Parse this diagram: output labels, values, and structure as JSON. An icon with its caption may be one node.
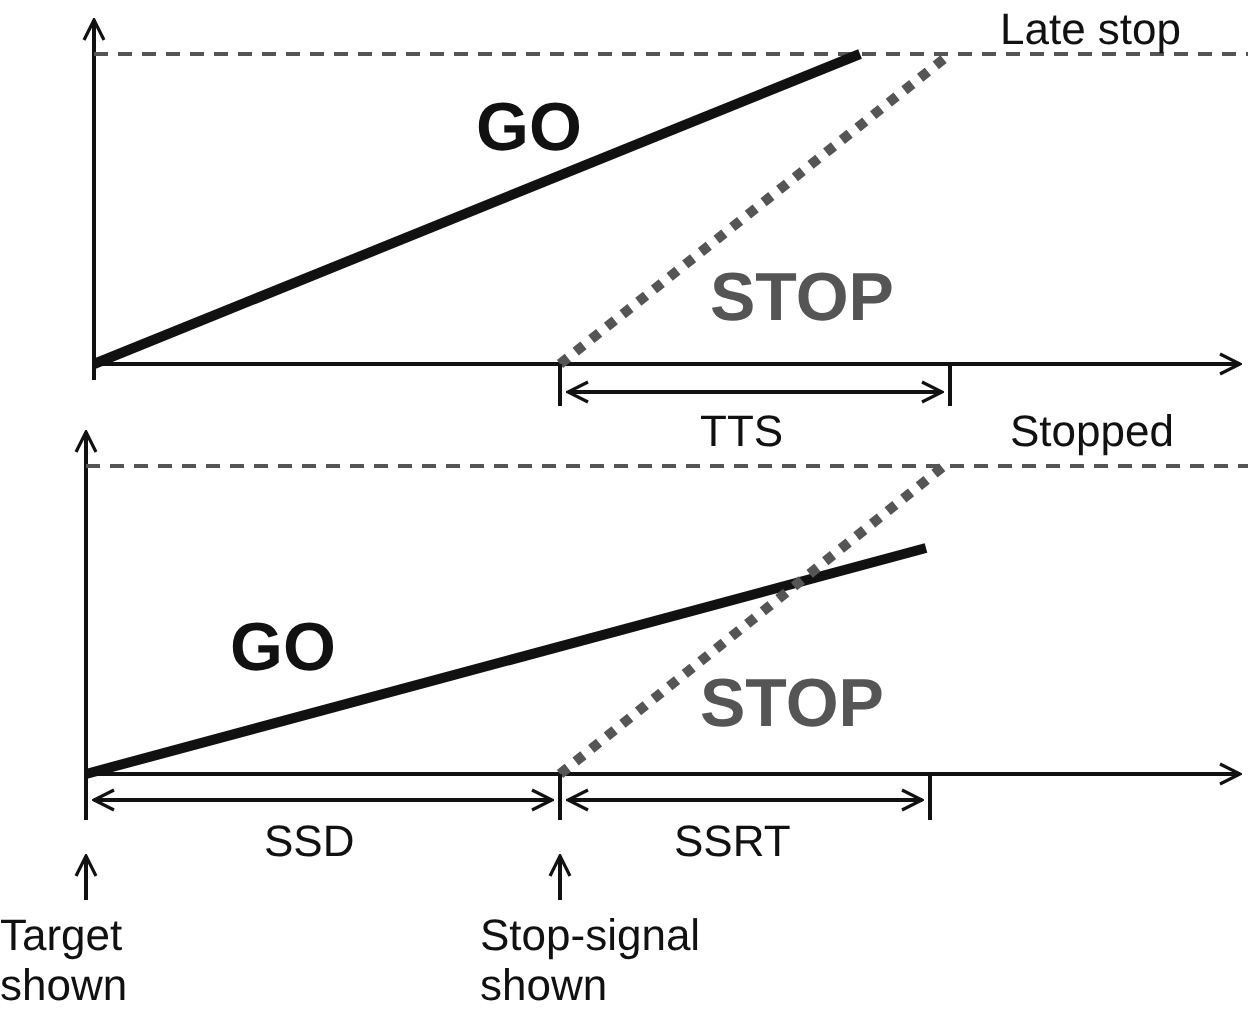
{
  "diagram": {
    "nodes": [
      {
        "text": [
          "Target shown"
        ]
      },
      {
        "text": [
          "Stop-signal shown"
        ]
      }
    ],
    "edges": [
      {
        "from": 0,
        "to": null,
        "arrow": "to"
      },
      {
        "from": 1,
        "to": null,
        "arrow": "to"
      }
    ],
    "labels": [
      "Late stop",
      "GO",
      "STOP",
      "TTS",
      "Stopped",
      "GO",
      "STOP",
      "SSD",
      "SSRT"
    ]
  }
}
